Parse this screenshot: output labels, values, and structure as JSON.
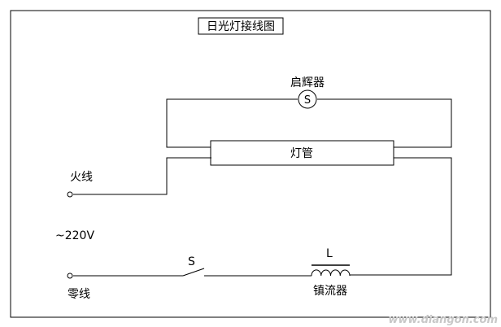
{
  "diagram": {
    "title": "日光灯接线图",
    "labels": {
      "starter": "启辉器",
      "starter_symbol": "S",
      "tube": "灯管",
      "live": "火线",
      "voltage": "~220V",
      "switch": "S",
      "inductor": "L",
      "neutral": "零线",
      "ballast": "镇流器"
    },
    "watermark": "www.diangon.com"
  }
}
